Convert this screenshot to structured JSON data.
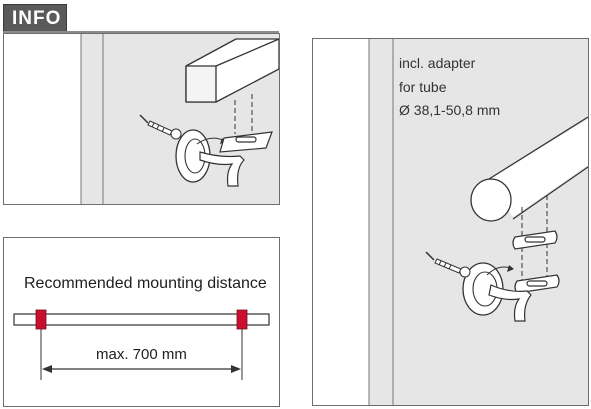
{
  "header": {
    "tab_label": "INFO"
  },
  "mounting": {
    "caption": "Recommended mounting distance",
    "distance_label": "max. 700 mm"
  },
  "adapter": {
    "lines": [
      "incl. adapter",
      "for tube",
      "Ø 38,1-50,8 mm"
    ]
  },
  "colors": {
    "clamp": "#c8102e",
    "wall": "#e6e6e6",
    "tab": "#5a5a5a"
  }
}
